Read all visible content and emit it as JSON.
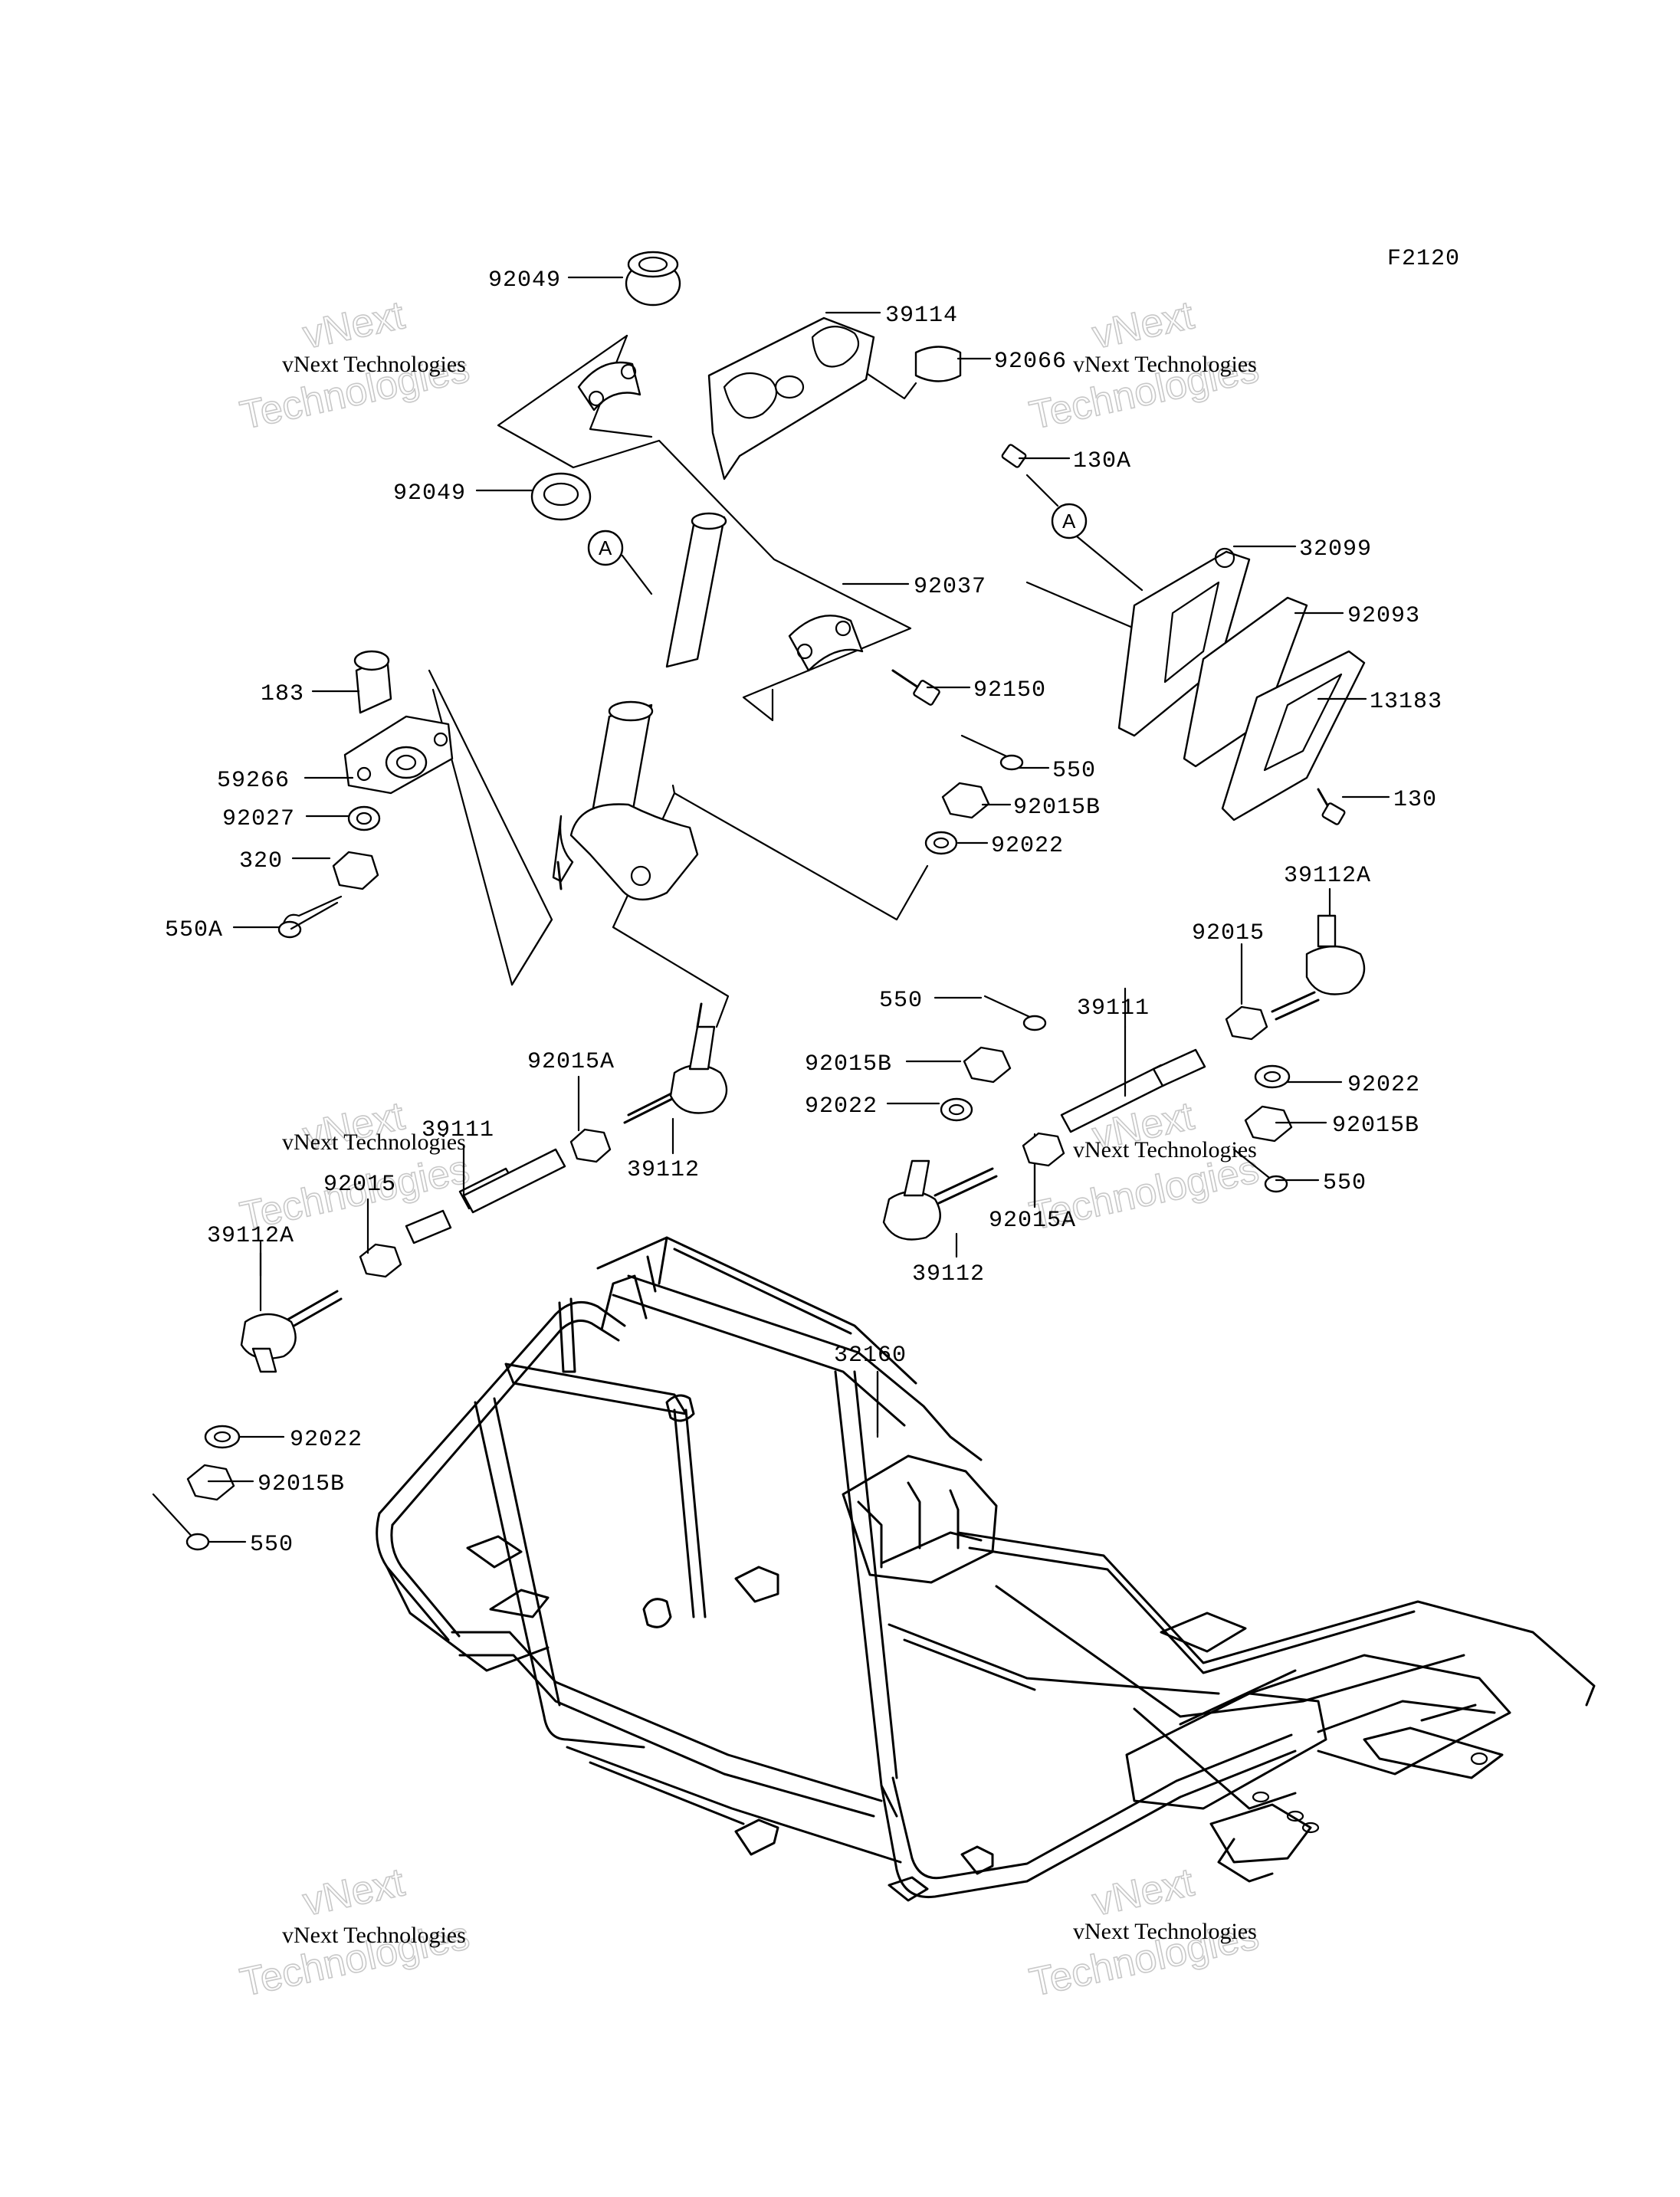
{
  "figure_code": "F2120",
  "watermarks": [
    {
      "top": "vNext Technologies",
      "back_1": "vNext",
      "back_2": "Technologies"
    },
    {
      "top": "vNext Technologies",
      "back_1": "vNext",
      "back_2": "Technologies"
    },
    {
      "top": "vNext Technologies",
      "back_1": "vNext",
      "back_2": "Technologies"
    },
    {
      "top": "vNext Technologies",
      "back_1": "vNext",
      "back_2": "Technologies"
    },
    {
      "top": "vNext Technologies",
      "back_1": "vNext",
      "back_2": "Technologies"
    },
    {
      "top": "vNext Technologies",
      "back_1": "vNext",
      "back_2": "Technologies"
    }
  ],
  "reference_marks": [
    "A",
    "A"
  ],
  "parts": [
    {
      "number": "92049"
    },
    {
      "number": "39114"
    },
    {
      "number": "92066"
    },
    {
      "number": "130A"
    },
    {
      "number": "92049"
    },
    {
      "number": "32099"
    },
    {
      "number": "92037"
    },
    {
      "number": "92093"
    },
    {
      "number": "183"
    },
    {
      "number": "92150"
    },
    {
      "number": "13183"
    },
    {
      "number": "59266"
    },
    {
      "number": "550"
    },
    {
      "number": "92027"
    },
    {
      "number": "92015B"
    },
    {
      "number": "130"
    },
    {
      "number": "320"
    },
    {
      "number": "92022"
    },
    {
      "number": "550A"
    },
    {
      "number": "39112A"
    },
    {
      "number": "92015"
    },
    {
      "number": "550"
    },
    {
      "number": "39111"
    },
    {
      "number": "92015A"
    },
    {
      "number": "92015B"
    },
    {
      "number": "92022"
    },
    {
      "number": "92022"
    },
    {
      "number": "39111"
    },
    {
      "number": "39112"
    },
    {
      "number": "92015B"
    },
    {
      "number": "92015"
    },
    {
      "number": "550"
    },
    {
      "number": "92015A"
    },
    {
      "number": "39112A"
    },
    {
      "number": "39112"
    },
    {
      "number": "32160"
    },
    {
      "number": "92022"
    },
    {
      "number": "92015B"
    },
    {
      "number": "550"
    }
  ]
}
